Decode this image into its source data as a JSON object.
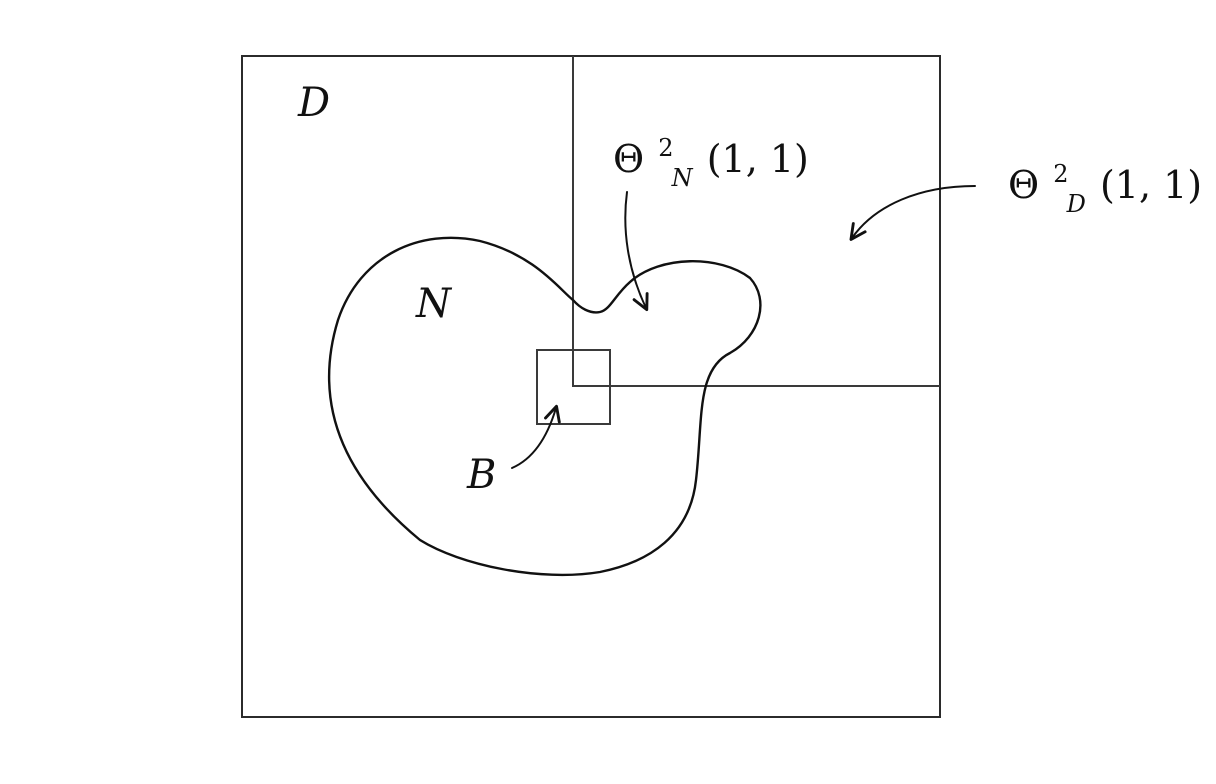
{
  "labels": {
    "D": "D",
    "N": "N",
    "B": "B"
  },
  "theta_N": {
    "base": "Θ",
    "sup": "2",
    "sub": "N",
    "args": "(1, 1)"
  },
  "theta_D": {
    "base": "Θ",
    "sup": "2",
    "sub": "D",
    "args": "(1, 1)"
  },
  "colors": {
    "stroke": "#111111",
    "background": "#ffffff"
  }
}
